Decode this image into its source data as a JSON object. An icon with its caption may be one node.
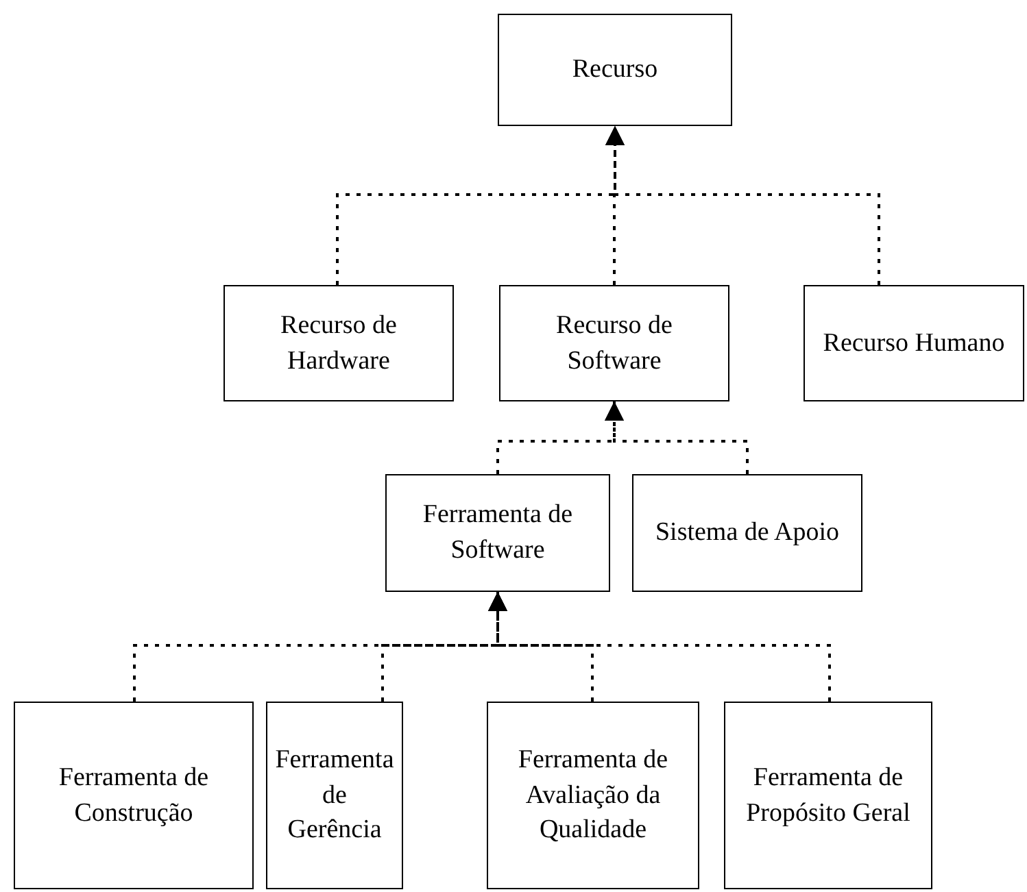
{
  "diagram": {
    "nodes": [
      {
        "text": [
          "Recurso"
        ]
      },
      {
        "text": [
          "Recurso de Hardware"
        ]
      },
      {
        "text": [
          "Recurso de Software"
        ]
      },
      {
        "text": [
          "Recurso Humano"
        ]
      },
      {
        "text": [
          "Ferramenta de Software"
        ]
      },
      {
        "text": [
          "Sistema de Apoio"
        ]
      },
      {
        "text": [
          "Ferramenta de Construção"
        ]
      },
      {
        "text": [
          "Ferramenta de Gerência"
        ]
      },
      {
        "text": [
          "Ferramenta de Avaliação da Qualidade"
        ]
      },
      {
        "text": [
          "Ferramenta de Propósito Geral"
        ]
      }
    ],
    "edges": [
      {
        "from": 1,
        "to": 0,
        "arrow": "to",
        "style": "dashed"
      },
      {
        "from": 2,
        "to": 0,
        "arrow": "to",
        "style": "dashed"
      },
      {
        "from": 3,
        "to": 0,
        "arrow": "to",
        "style": "dashed"
      },
      {
        "from": 4,
        "to": 2,
        "arrow": "to",
        "style": "dashed"
      },
      {
        "from": 5,
        "to": 2,
        "arrow": "to",
        "style": "dashed"
      },
      {
        "from": 6,
        "to": 4,
        "arrow": "to",
        "style": "dashed"
      },
      {
        "from": 7,
        "to": 4,
        "arrow": "to",
        "style": "dashed"
      },
      {
        "from": 8,
        "to": 4,
        "arrow": "to",
        "style": "dashed"
      },
      {
        "from": 9,
        "to": 4,
        "arrow": "to",
        "style": "dashed"
      }
    ]
  }
}
